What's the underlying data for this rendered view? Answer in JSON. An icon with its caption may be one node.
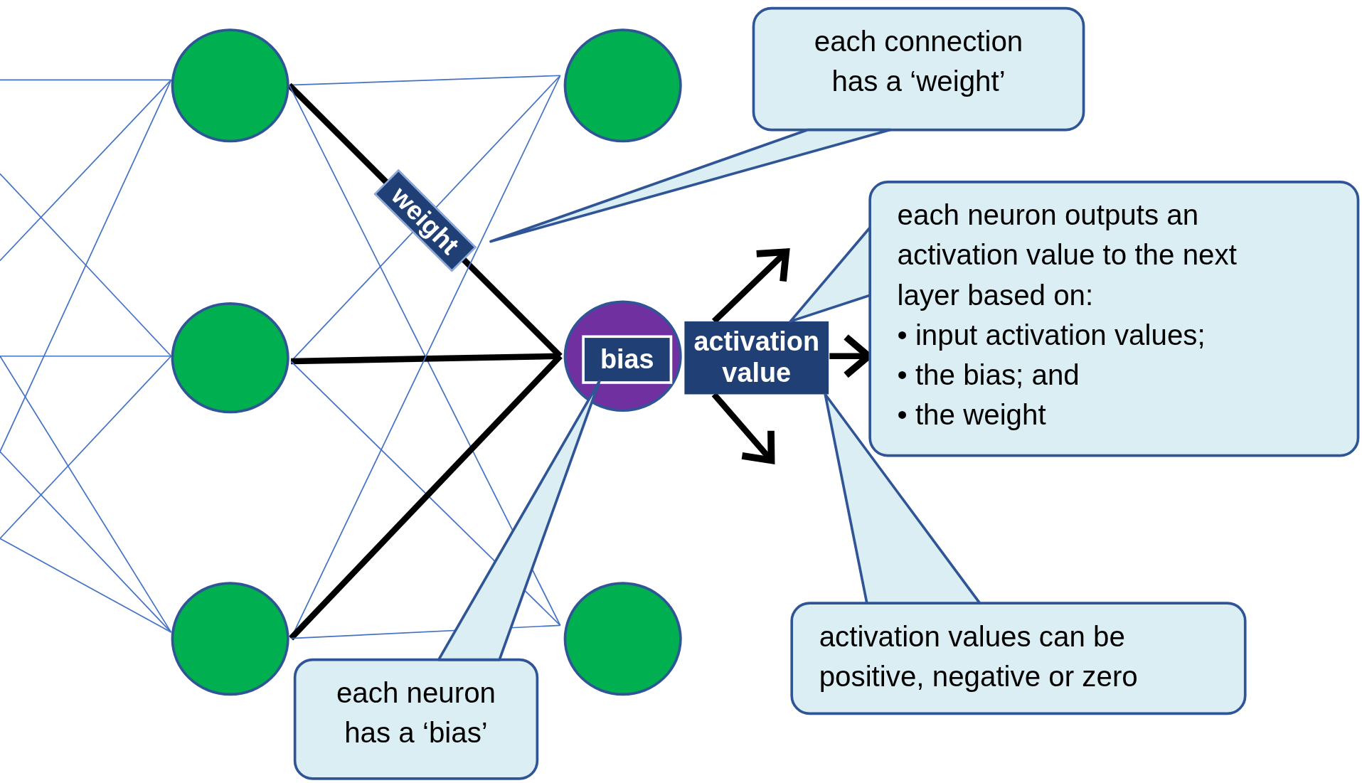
{
  "diagram": {
    "nodes": [
      {
        "text": [],
        "shape": "circle"
      },
      {
        "text": [],
        "shape": "circle"
      },
      {
        "text": [
          "each connection has a ‘weight’"
        ]
      },
      {
        "text": [
          "each neuron outputs an activation value to the next layer based on:",
          "• input activation values;",
          "• the bias; and",
          "• the weight"
        ]
      },
      {
        "text": [],
        "shape": "circle"
      },
      {
        "text": [],
        "shape": "circle"
      },
      {
        "text": [
          "bias"
        ],
        "in": 5
      },
      {
        "text": [
          "activation value"
        ]
      },
      {
        "text": [],
        "shape": "circle"
      },
      {
        "text": [],
        "shape": "circle"
      },
      {
        "text": [
          "activation values can be positive, negative or zero"
        ]
      },
      {
        "text": [
          "each neuron has a ‘bias’"
        ]
      }
    ],
    "edges": [
      {
        "from": null,
        "to": 0,
        "arrow": "none"
      },
      {
        "from": null,
        "to": 0,
        "arrow": "none"
      },
      {
        "from": null,
        "to": 0,
        "arrow": "none"
      },
      {
        "from": null,
        "to": 4,
        "arrow": "none"
      },
      {
        "from": null,
        "to": 4,
        "arrow": "none"
      },
      {
        "from": null,
        "to": 4,
        "arrow": "none"
      },
      {
        "from": null,
        "to": 8,
        "arrow": "none"
      },
      {
        "from": null,
        "to": 8,
        "arrow": "none"
      },
      {
        "from": null,
        "to": 8,
        "arrow": "none"
      },
      {
        "from": 0,
        "to": 1,
        "arrow": "none"
      },
      {
        "from": 0,
        "to": 5,
        "arrow": "none",
        "label": "weight",
        "style": "thick",
        "color": "#000000"
      },
      {
        "from": 0,
        "to": 9,
        "arrow": "none"
      },
      {
        "from": 4,
        "to": 1,
        "arrow": "none"
      },
      {
        "from": 4,
        "to": 5,
        "arrow": "none",
        "style": "thick",
        "color": "#000000"
      },
      {
        "from": 4,
        "to": 9,
        "arrow": "none"
      },
      {
        "from": 8,
        "to": 1,
        "arrow": "none"
      },
      {
        "from": 8,
        "to": 5,
        "arrow": "none",
        "style": "thick",
        "color": "#000000"
      },
      {
        "from": 8,
        "to": 9,
        "arrow": "none"
      },
      {
        "from": 7,
        "to": null,
        "arrow": "to",
        "style": "thick",
        "color": "#000000"
      },
      {
        "from": 7,
        "to": 3,
        "arrow": "to",
        "style": "thick",
        "color": "#000000"
      },
      {
        "from": 7,
        "to": null,
        "arrow": "to",
        "style": "thick",
        "color": "#000000"
      },
      {
        "from": 2,
        "to": null,
        "arrow": "none"
      },
      {
        "from": 3,
        "to": 7,
        "arrow": "none"
      },
      {
        "from": 10,
        "to": 7,
        "arrow": "none"
      },
      {
        "from": 11,
        "to": 6,
        "arrow": "none"
      }
    ]
  }
}
